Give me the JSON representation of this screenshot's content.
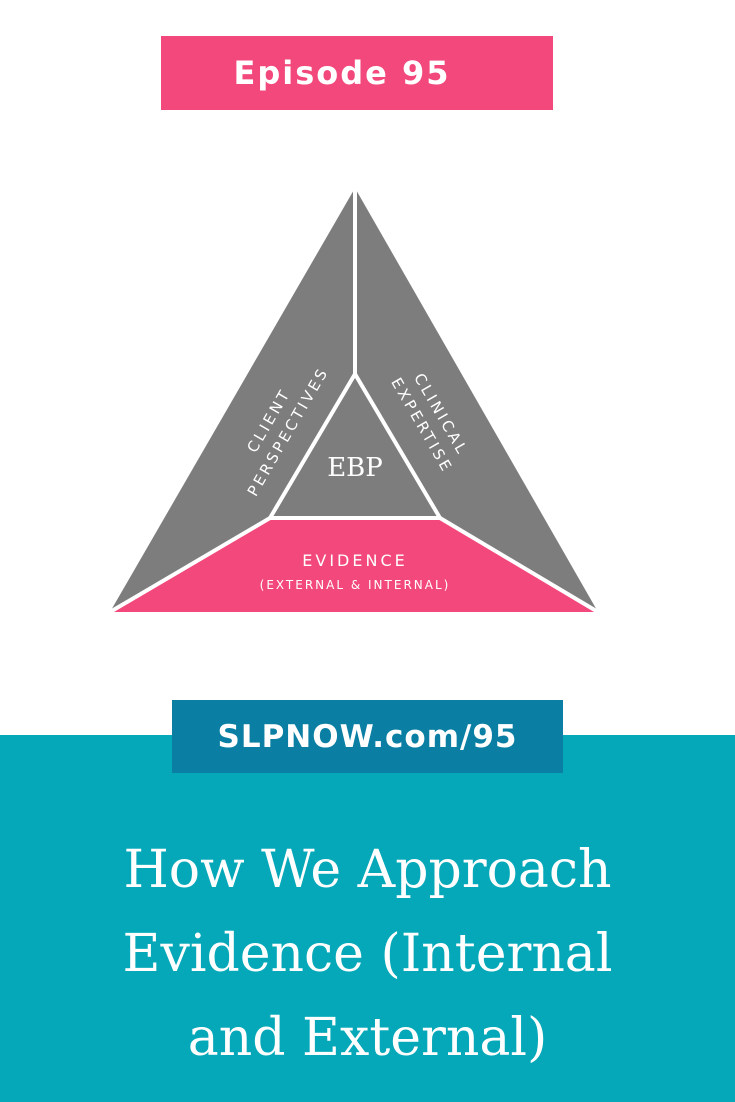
{
  "header": {
    "episode_label": "Episode 95"
  },
  "diagram": {
    "center_label": "EBP",
    "left_side_line1": "CLIENT",
    "left_side_line2": "PERSPECTIVES",
    "right_side_line1": "CLINICAL",
    "right_side_line2": "EXPERTISE",
    "bottom_label": "EVIDENCE",
    "bottom_sublabel": "(EXTERNAL & INTERNAL)"
  },
  "footer": {
    "url": "SLPNOW.com/95",
    "title_lines": [
      "How We Approach",
      "Evidence (Internal",
      "and External)"
    ]
  },
  "colors": {
    "pink": "#f2487c",
    "gray": "#7c7d7c",
    "teal": "#04a8b8",
    "dark_teal": "#0a7fa3",
    "white": "#ffffff"
  }
}
